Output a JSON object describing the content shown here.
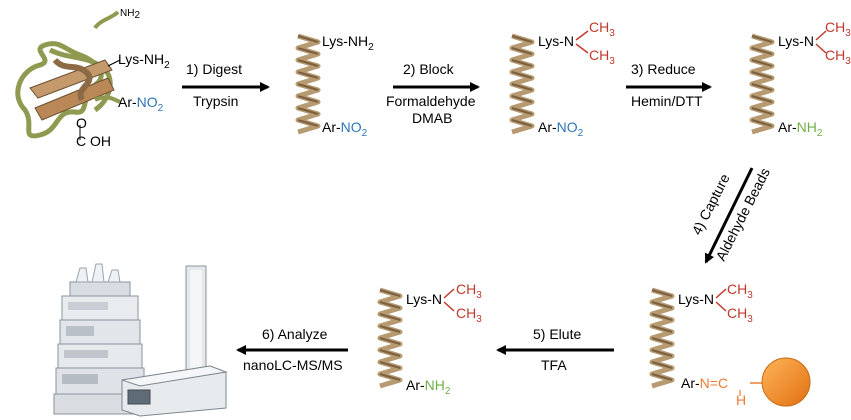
{
  "colors": {
    "helix": "#b79a71",
    "helix_dark": "#7a6040",
    "protein_loop": "#8f9a50",
    "methyl": "#c0392b",
    "nitro": "#2e75b6",
    "amine": "#70ad47",
    "imine": "#ed7d31",
    "bead": "#f08a24",
    "arrow": "#000000"
  },
  "protein": {
    "nh2_label": "NH",
    "nh2_sub": "2",
    "lys_label": "Lys-NH",
    "lys_sub": "2",
    "ar_label": "Ar-",
    "ar_group": "NO",
    "ar_sub": "2",
    "carboxyl_o": "O",
    "carboxyl_c": "C",
    "carboxyl_oh": "OH"
  },
  "steps": [
    {
      "label": "1) Digest",
      "reagent": "Trypsin"
    },
    {
      "label": "2) Block",
      "reagent": "Formaldehyde",
      "reagent2": "DMAB"
    },
    {
      "label": "3) Reduce",
      "reagent": "Hemin/DTT"
    },
    {
      "label": "4) Capture",
      "reagent": "Aldehyde Beads"
    },
    {
      "label": "5) Elute",
      "reagent": "TFA"
    },
    {
      "label": "6) Analyze",
      "reagent": "nanoLC-MS/MS"
    }
  ],
  "peptides": {
    "lys_nh2": "Lys-NH",
    "lys_n": "Lys-N",
    "ch3": "CH",
    "sub2": "2",
    "sub3": "3",
    "ar": "Ar-",
    "no2": "NO",
    "nh2": "NH",
    "imine_n": "N",
    "imine_eq": "=",
    "imine_c": "C",
    "imine_h": "H"
  }
}
